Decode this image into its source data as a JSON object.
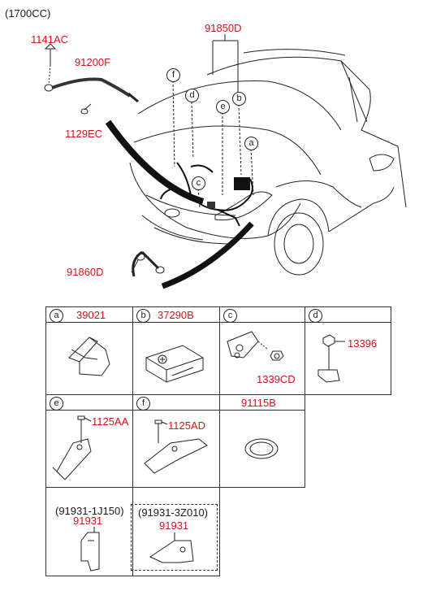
{
  "header": {
    "engine": "(1700CC)"
  },
  "callouts": {
    "p1141AC": "1141AC",
    "p91200F": "91200F",
    "p1129EC": "1129EC",
    "p91850D": "91850D",
    "p91860D": "91860D"
  },
  "car_letters": {
    "a": "a",
    "b": "b",
    "c": "c",
    "d": "d",
    "e": "e",
    "f": "f"
  },
  "grid": {
    "a": {
      "letter": "a",
      "part": "39021"
    },
    "b": {
      "letter": "b",
      "part": "37290B"
    },
    "c": {
      "letter": "c",
      "part1": "1339CD"
    },
    "d": {
      "letter": "d",
      "part1": "13396"
    },
    "e": {
      "letter": "e",
      "part1": "1125AA"
    },
    "f": {
      "letter": "f",
      "part1": "1125AD"
    },
    "g": {
      "part": "91115B"
    },
    "h": {
      "variant": "(91931-1J150)",
      "part": "91931"
    },
    "i": {
      "variant": "(91931-3Z010)",
      "part": "91931"
    }
  },
  "colors": {
    "callout_red": "#d5121a",
    "line": "#1a1a1a"
  }
}
